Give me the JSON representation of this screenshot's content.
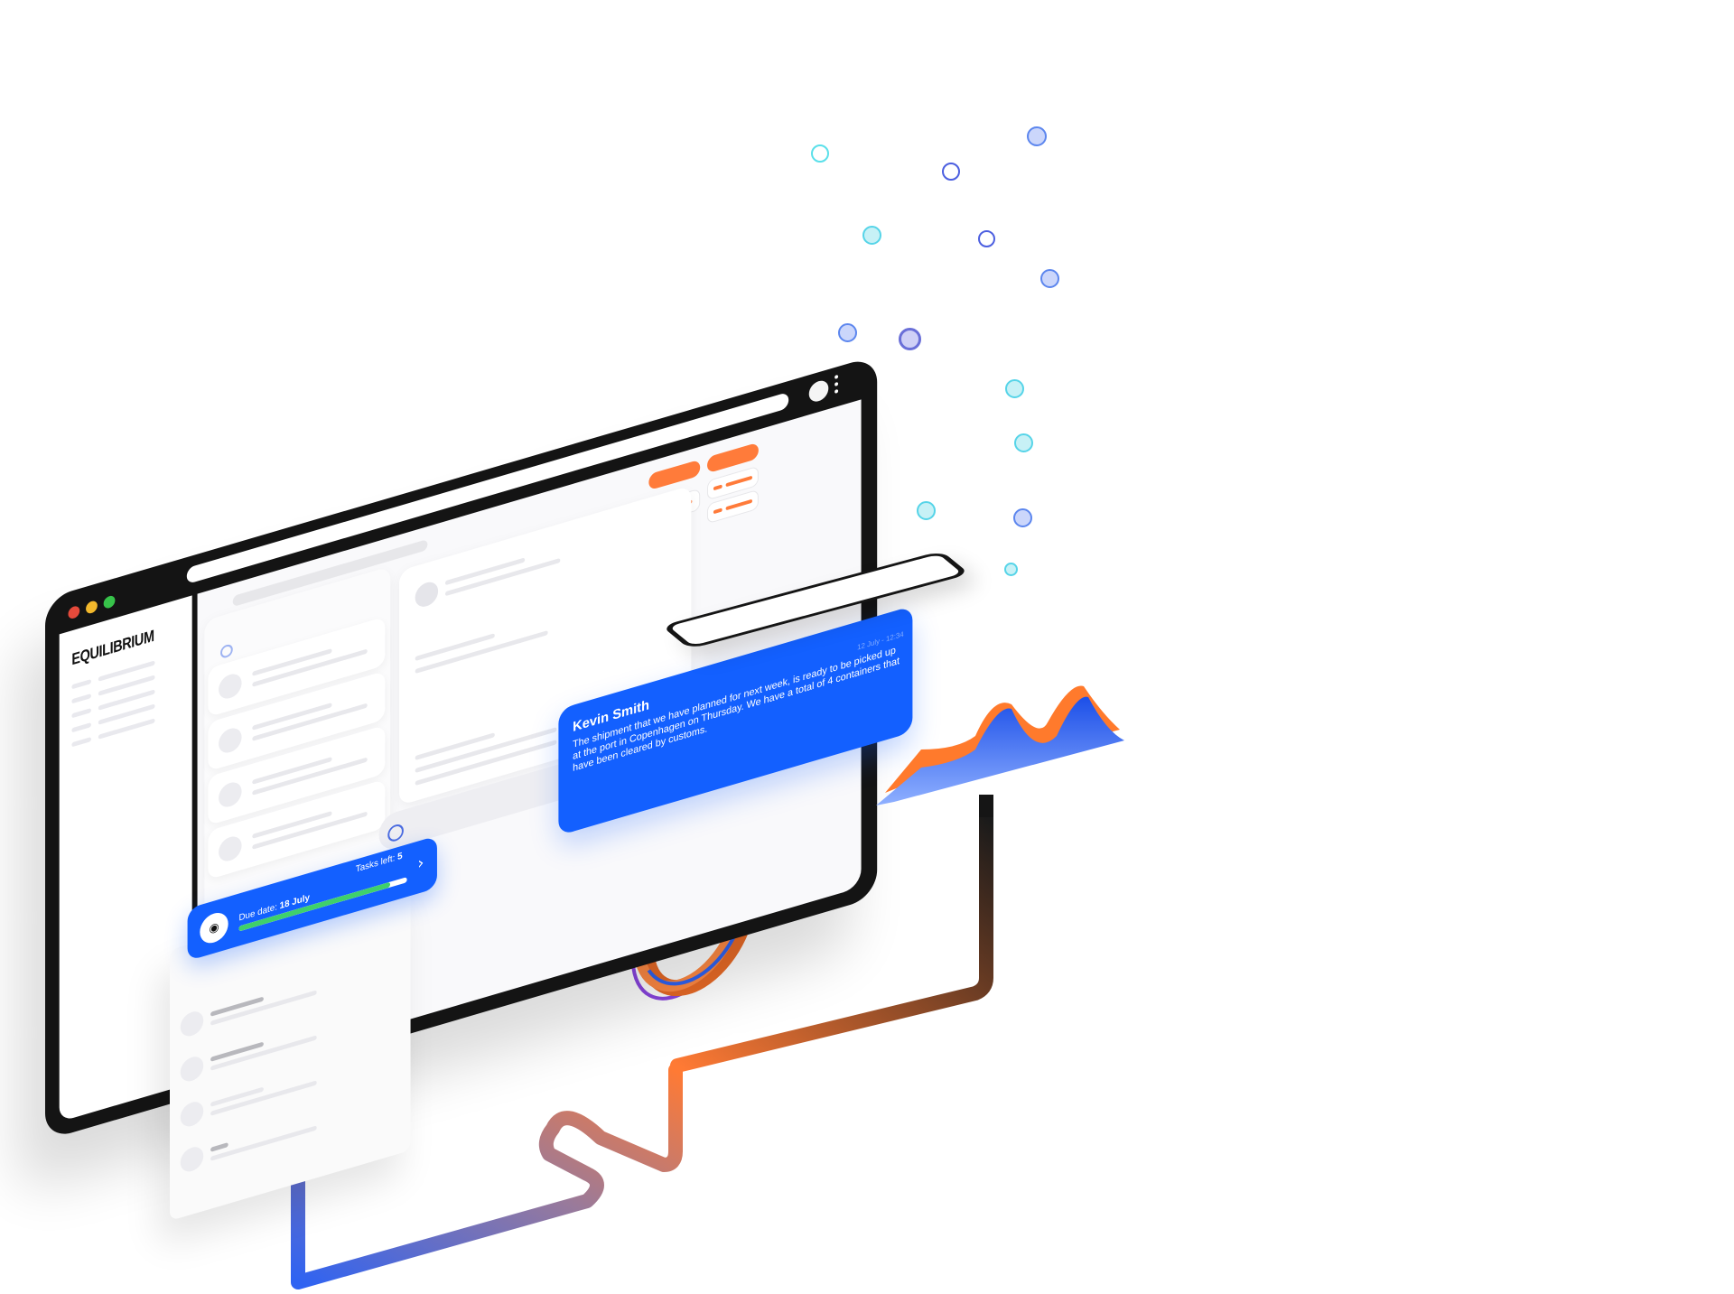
{
  "app": {
    "logo": "EQUILIBRIUM"
  },
  "message": {
    "sender": "Kevin Smith",
    "text": "The shipment that we have planned for next week, is ready to be picked up at the port in Copenhagen on Thursday. We have a total of 4 containers that have been cleared by customs.",
    "time": "12 July - 12:34"
  },
  "task": {
    "due_label": "Due date:",
    "due_value": "18 July",
    "tasks_left_label": "Tasks left:",
    "tasks_left_value": "5",
    "progress": 0.9
  },
  "colors": {
    "brand_blue": "#1360ff",
    "accent_orange": "#ff7b3a",
    "progress_green": "#3fd06b",
    "window_frame": "#141414"
  },
  "icons": {
    "search": "search-icon",
    "send": "send-icon",
    "emoji": "emoji-icon",
    "chevron": "chevron-right-icon"
  }
}
